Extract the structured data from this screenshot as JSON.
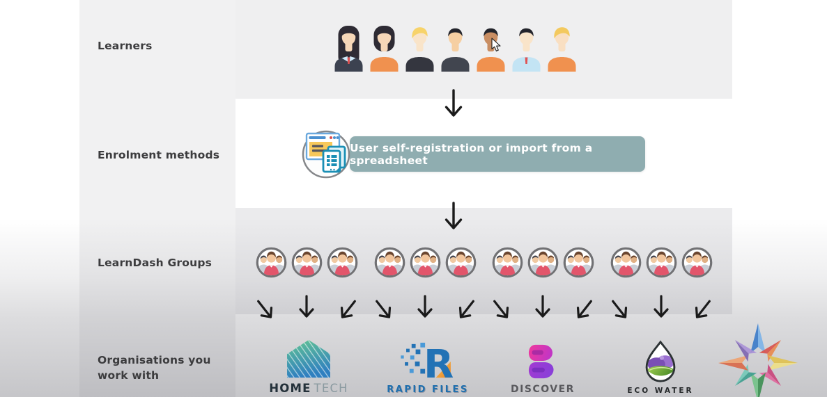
{
  "rows": [
    {
      "label": "Learners"
    },
    {
      "label": "Enrolment methods"
    },
    {
      "label": "LearnDash Groups"
    },
    {
      "label": "Organisations you work with"
    }
  ],
  "learners": {
    "avatars": [
      {
        "style": "long",
        "hair": "#2e2b34",
        "skin": "#f6d7b8",
        "shirt": "#3c4250",
        "collar": "#cfe9f8",
        "tie": "#e05252"
      },
      {
        "style": "bob",
        "hair": "#2e2b34",
        "skin": "#f6d7b8",
        "shirt": "#f0914f"
      },
      {
        "style": "swept",
        "hair": "#f7d36a",
        "skin": "#f9e4c9",
        "shirt": "#34363f"
      },
      {
        "style": "short",
        "hair": "#23242b",
        "skin": "#f6cfa2",
        "shirt": "#41454f"
      },
      {
        "style": "short",
        "hair": "#23242b",
        "skin": "#c98e63",
        "shirt": "#f0914f"
      },
      {
        "style": "short",
        "hair": "#23242b",
        "skin": "#f9e4c9",
        "shirt": "#c3e4f4",
        "tie": "#e05252"
      },
      {
        "style": "swept",
        "hair": "#f3c95e",
        "skin": "#f9dfc2",
        "shirt": "#f0914f"
      }
    ]
  },
  "enrolment": {
    "icon": "registration-spreadsheet-icon",
    "pill_text": "User self-registration or import from a spreadsheet",
    "pill_color": "#8fadb0"
  },
  "groups": {
    "icon": "group-of-people-icon",
    "icons_per_cluster": 3,
    "cluster_centers": [
      440,
      610,
      779,
      949
    ],
    "circle_border": "#717174",
    "shirt_color": "#e2556b"
  },
  "flow_arrows": {
    "color": "#1a1a1a"
  },
  "organisations": [
    {
      "id": "home-tech",
      "name_primary": "HOME",
      "name_secondary": "TECH",
      "logo": "striped-house-logo",
      "colors": {
        "top": "#62c493",
        "bottom": "#2f7fc0"
      }
    },
    {
      "id": "rapid-files",
      "name": "RAPID FILES",
      "logo": "pixel-r-logo",
      "colors": {
        "blue": "#2272b5",
        "light_blue": "#4a9ad8",
        "accent_top": "#f7bd49",
        "accent_bottom": "#e8872f"
      }
    },
    {
      "id": "discover",
      "name": "DISCOVER",
      "logo": "ribbon-d-logo",
      "colors": {
        "top": "#f0389c",
        "top2": "#c236c4",
        "bottom": "#a23ad2",
        "bottom2": "#8a3fd8"
      }
    },
    {
      "id": "eco-water",
      "name": "ECO WATER",
      "logo": "droplet-leaf-logo",
      "colors": {
        "purple": "#7a4fb5",
        "purple_light": "#9a6fd0",
        "green_light": "#a5d153",
        "green_dark": "#4f8f2a"
      }
    }
  ],
  "watermark": {
    "name": "starburst-logo",
    "points": [
      {
        "dark": "#3d7cc9",
        "light": "#7db3e8"
      },
      {
        "dark": "#d8524e",
        "light": "#e8894e"
      },
      {
        "dark": "#dfc14f",
        "light": "#efdf85"
      },
      {
        "dark": "#c9477c",
        "light": "#e0679d"
      },
      {
        "dark": "#3f8f55",
        "light": "#74c289"
      },
      {
        "dark": "#3f9e8f",
        "light": "#74c9b8"
      },
      {
        "dark": "#d96a4a",
        "light": "#eda271"
      },
      {
        "dark": "#7e66b2",
        "light": "#a991d6"
      }
    ]
  },
  "cursor": {
    "name": "mouse-pointer"
  }
}
